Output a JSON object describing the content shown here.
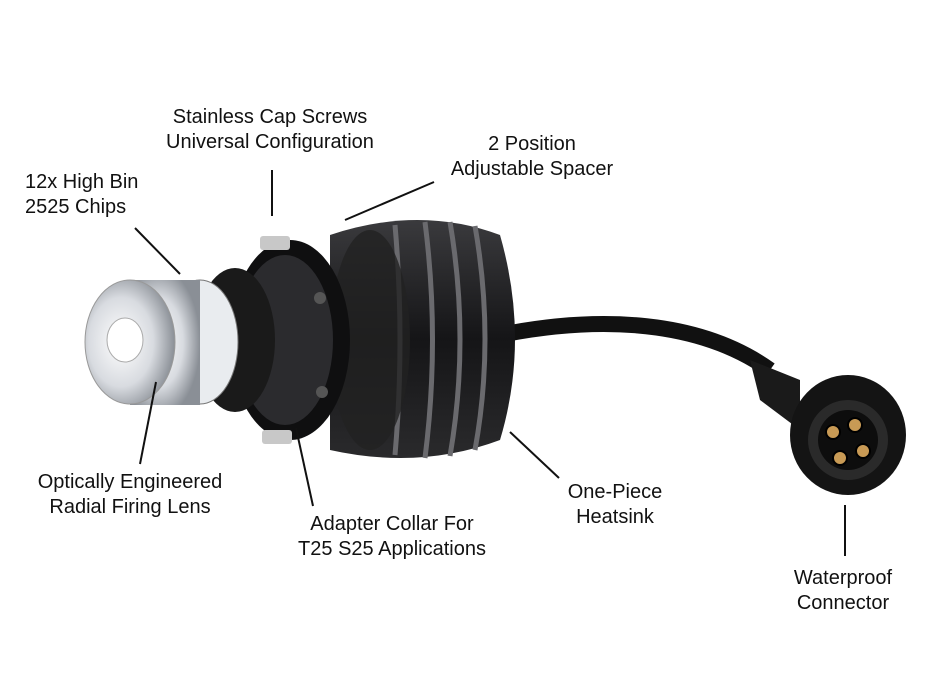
{
  "callouts": {
    "cap_screws": {
      "line1": "Stainless Cap Screws",
      "line2": "Universal Configuration"
    },
    "spacer": {
      "line1": "2 Position",
      "line2": "Adjustable Spacer"
    },
    "chips": {
      "line1": "12x High Bin",
      "line2": "2525 Chips"
    },
    "lens": {
      "line1": "Optically Engineered",
      "line2": "Radial Firing Lens"
    },
    "collar": {
      "line1": "Adapter Collar For",
      "line2": "T25 S25 Applications"
    },
    "heatsink": {
      "line1": "One-Piece",
      "line2": "Heatsink"
    },
    "connector": {
      "line1": "Waterproof",
      "line2": "Connector"
    }
  },
  "colors": {
    "body": "#1c1c1e",
    "fin_highlight": "#6a6a6e",
    "pin": "#c89a55",
    "text": "#111111"
  }
}
